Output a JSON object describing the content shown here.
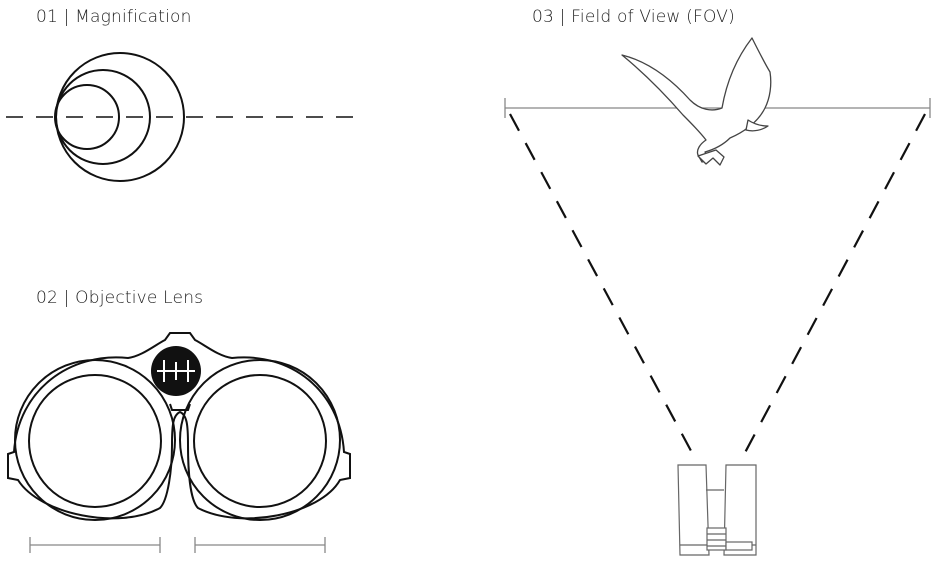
{
  "labels": {
    "magnification": "01 | Magnification",
    "objective_lens": "02 | Objective Lens",
    "field_of_view": "03 | Field of View (FOV)"
  },
  "icons": {
    "logo": "brand-logo-icon",
    "bird": "bird-of-prey-icon",
    "binoculars": "binoculars-icon"
  },
  "colors": {
    "ink": "#111111",
    "measure_line": "#888888",
    "background": "#ffffff"
  }
}
